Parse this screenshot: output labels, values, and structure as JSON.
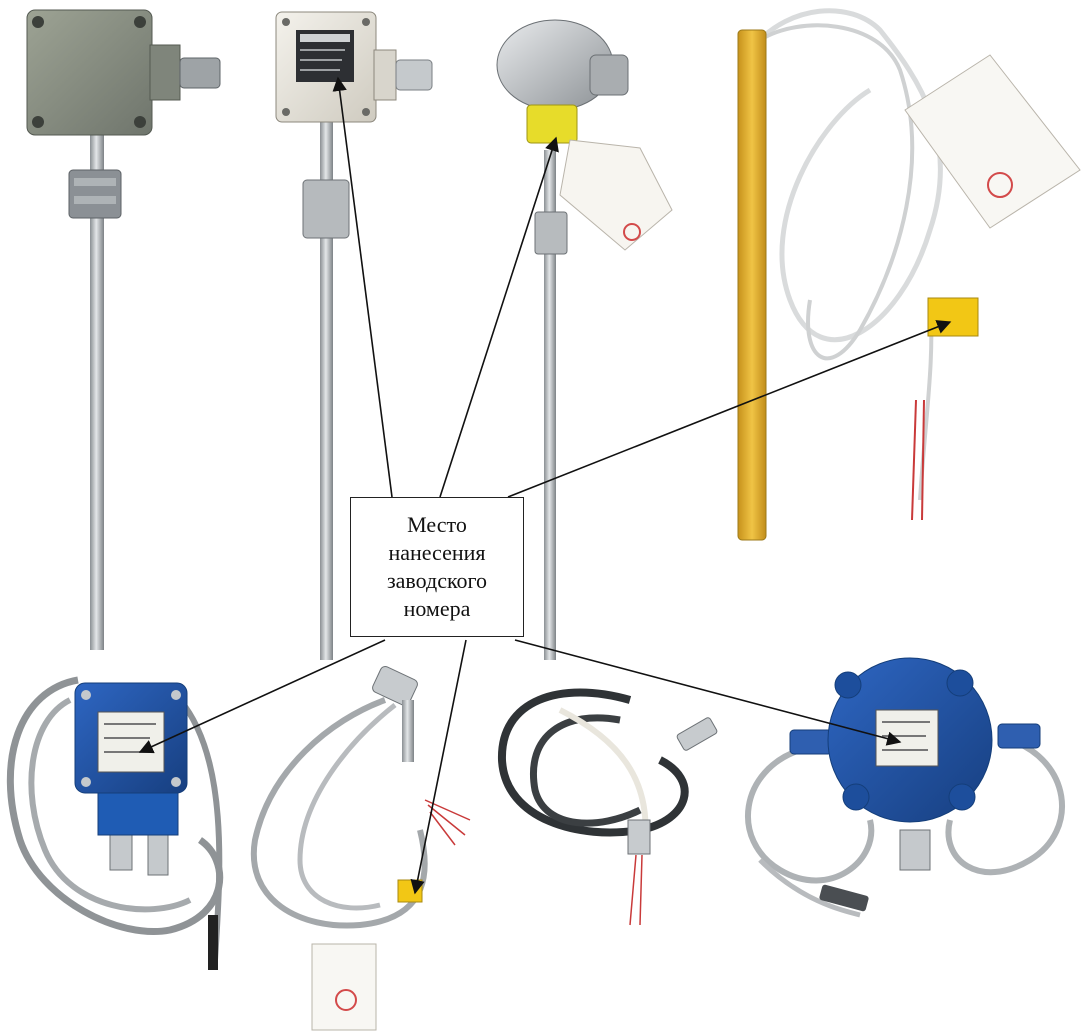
{
  "callout": {
    "text": "Место\nнанесения\nзаводского\nномера"
  },
  "colors": {
    "background": "#ffffff",
    "arrow": "#111111",
    "gray_housing": "#8f958c",
    "white_housing": "#e9e7df",
    "blue_housing": "#1f4f9c",
    "yellow_probe": "#e4b12a",
    "steel": "#b8bcbf"
  },
  "devices": [
    {
      "name": "gray-junction-box-sensor",
      "icon": "rod-thermometer-icon"
    },
    {
      "name": "white-junction-box-sensor",
      "icon": "rod-thermometer-icon"
    },
    {
      "name": "steel-head-sensor",
      "icon": "thermocouple-head-icon"
    },
    {
      "name": "yellow-flat-probe-sensor",
      "icon": "cable-probe-icon"
    },
    {
      "name": "blue-box-cable-sensor",
      "icon": "junction-box-icon"
    },
    {
      "name": "angled-head-cable-sensor",
      "icon": "cable-probe-icon"
    },
    {
      "name": "armored-cable-sensor",
      "icon": "cable-probe-icon"
    },
    {
      "name": "blue-round-box-sensor",
      "icon": "junction-box-icon"
    }
  ]
}
